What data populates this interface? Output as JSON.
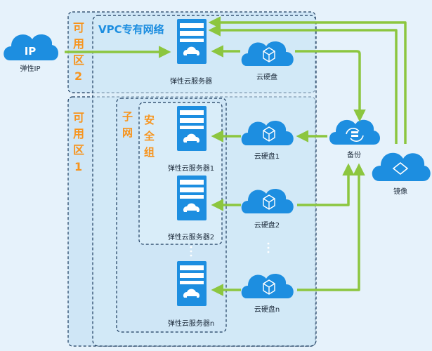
{
  "zones": {
    "zone2_label": [
      "可",
      "用",
      "区",
      "2"
    ],
    "zone1_label": [
      "可",
      "用",
      "区",
      "1"
    ],
    "vpc_title": "VPC专有网络",
    "subnet_label": [
      "子",
      "网"
    ],
    "security_group_label": [
      "安",
      "全",
      "组"
    ]
  },
  "nodes": {
    "ip": {
      "badge": "IP",
      "label": "弹性IP"
    },
    "ecs_top": {
      "label": "弹性云服务器"
    },
    "ecs_1": {
      "label": "弹性云服务器1"
    },
    "ecs_2": {
      "label": "弹性云服务器2"
    },
    "ecs_n": {
      "label": "弹性云服务器n"
    },
    "disk_top": {
      "label": "云硬盘"
    },
    "disk_1": {
      "label": "云硬盘1"
    },
    "disk_2": {
      "label": "云硬盘2"
    },
    "disk_n": {
      "label": "云硬盘n"
    },
    "backup": {
      "label": "备份"
    },
    "image": {
      "label": "镜像"
    }
  },
  "colors": {
    "background": "#e6f2fb",
    "zone_fill": "#cfe6f6",
    "dashed_border": "#1b3b5e",
    "server_blue": "#1d8ee0",
    "arrow_green": "#8cc63f",
    "label_orange": "#f7941d"
  }
}
